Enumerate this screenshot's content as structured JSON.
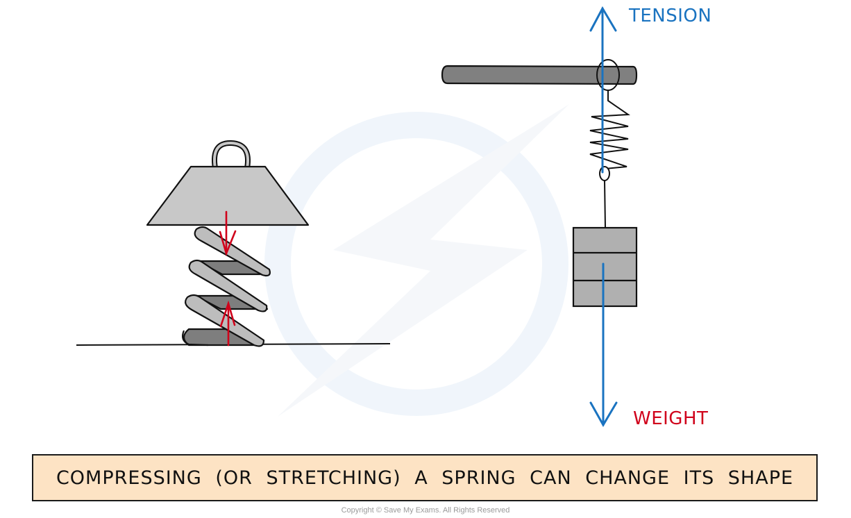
{
  "diagram": {
    "title": "Compressing or stretching a spring",
    "left_panel": {
      "description": "Weight resting on a compressed spring on the ground",
      "force_arrows": [
        "downward-force",
        "upward-force"
      ],
      "arrow_color": "#d0021b"
    },
    "right_panel": {
      "description": "Mass hanging from a spring attached to a horizontal bar",
      "labels": {
        "tension": "TENSION",
        "weight": "WEIGHT"
      },
      "tension_color": "#1a73c0",
      "weight_label_color": "#d0021b"
    }
  },
  "caption": {
    "text": "COMPRESSING (OR STRETCHING) A SPRING CAN CHANGE ITS SHAPE",
    "background": "#fde3c4"
  },
  "footer": {
    "copyright": "Copyright © Save My Exams. All Rights Reserved"
  },
  "colors": {
    "light_grey": "#c8c8c8",
    "mid_grey": "#a9a9a9",
    "dark_grey": "#808080",
    "outline": "#111111",
    "watermark": "#eef4fa"
  }
}
